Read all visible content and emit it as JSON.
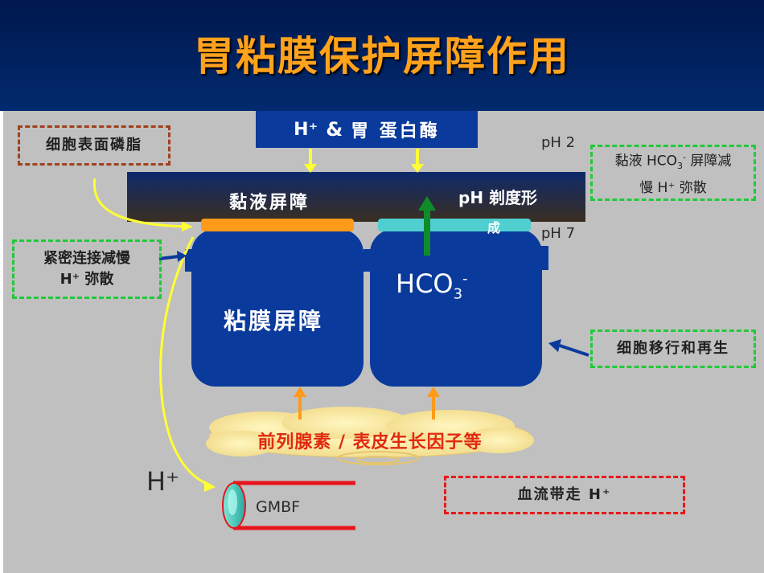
{
  "title": "胃粘膜保护屏障作用",
  "acid_source": {
    "h_plus": "H⁺",
    "amp": "&",
    "text": "胃 蛋白酶"
  },
  "labels": {
    "phospholipid": "细胞表面磷脂",
    "tight_junction_line1": "紧密连接减慢",
    "tight_junction_line2": "H⁺ 弥散",
    "mucus_barrier": "黏液屏障",
    "ph_gradient_line1": "pH 剃度形",
    "ph_gradient_line2": "成",
    "ph2": "pH 2",
    "ph7": "pH 7",
    "mucus_hco3_line1_a": "黏液 HCO",
    "mucus_hco3_sub": "3",
    "mucus_hco3_sup": "-",
    "mucus_hco3_line1_b": " 屏障减",
    "mucus_hco3_line2": "慢 H⁺ 弥散",
    "mucosal_barrier": "粘膜屏障",
    "hco3_main": "HCO",
    "hco3_sub": "3",
    "hco3_sup": "-",
    "cell_migration": "细胞移行和再生",
    "factors": "前列腺素 / 表皮生长因子等",
    "h_plus_blood": "H⁺",
    "gmbf": "GMBF",
    "blood_flow": "血流带走 H⁺"
  },
  "colors": {
    "header_bg": "#00184e",
    "title": "#ffa21c",
    "stage_bg": "#c0c0c0",
    "cell": "#0a3a9c",
    "yellow_arrow": "#ffff33",
    "green_arrow": "#0f8c2a",
    "orange_arrow": "#ff9a1a",
    "vessel": "#e8141c",
    "factor_text": "#e02a10"
  }
}
